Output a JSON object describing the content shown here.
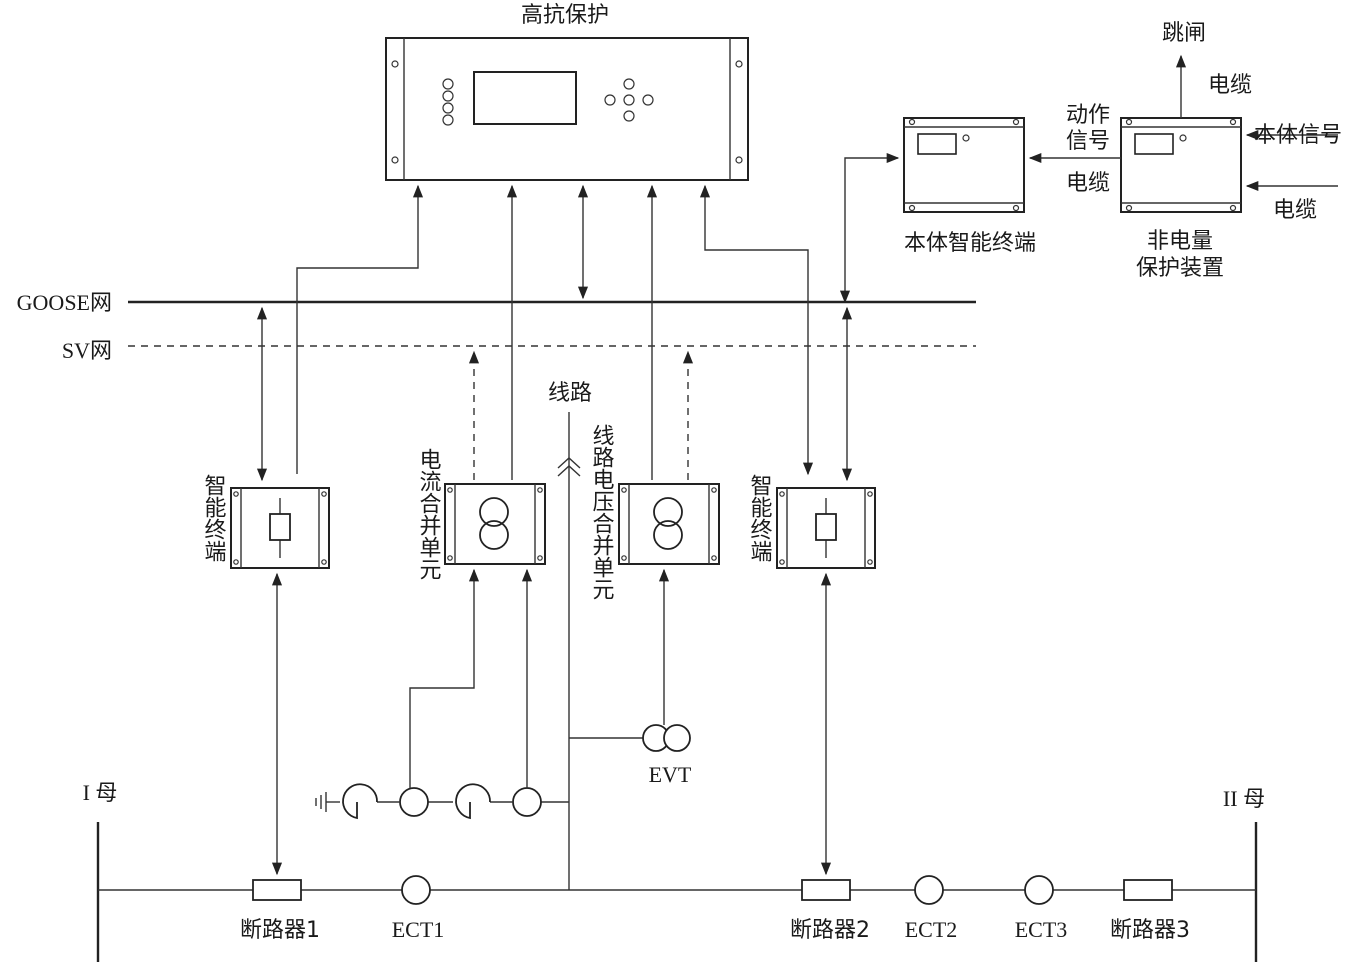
{
  "title": "高抗保护",
  "networks": {
    "goose": "GOOSE网",
    "sv": "SV网"
  },
  "line_label": "线路",
  "nodes": {
    "smart_terminal_left": "智能终端",
    "current_mu": "电流合并单元",
    "voltage_mu": "线路电压合并单元",
    "smart_terminal_right": "智能终端",
    "body_terminal": "本体智能终端",
    "non_electric": [
      "非电量",
      "保护装置"
    ]
  },
  "signals": {
    "trip": "跳闸",
    "cable_top": "电缆",
    "action_signal": [
      "动作",
      "信号"
    ],
    "cable_mid": "电缆",
    "body_signal": "本体信号",
    "cable_bottom": "电缆"
  },
  "equipment": {
    "evt": "EVT",
    "bus1": "I 母",
    "bus2": "II 母",
    "breaker1": "断路器1",
    "ect1": "ECT1",
    "breaker2": "断路器2",
    "ect2": "ECT2",
    "ect3": "ECT3",
    "breaker3": "断路器3"
  }
}
